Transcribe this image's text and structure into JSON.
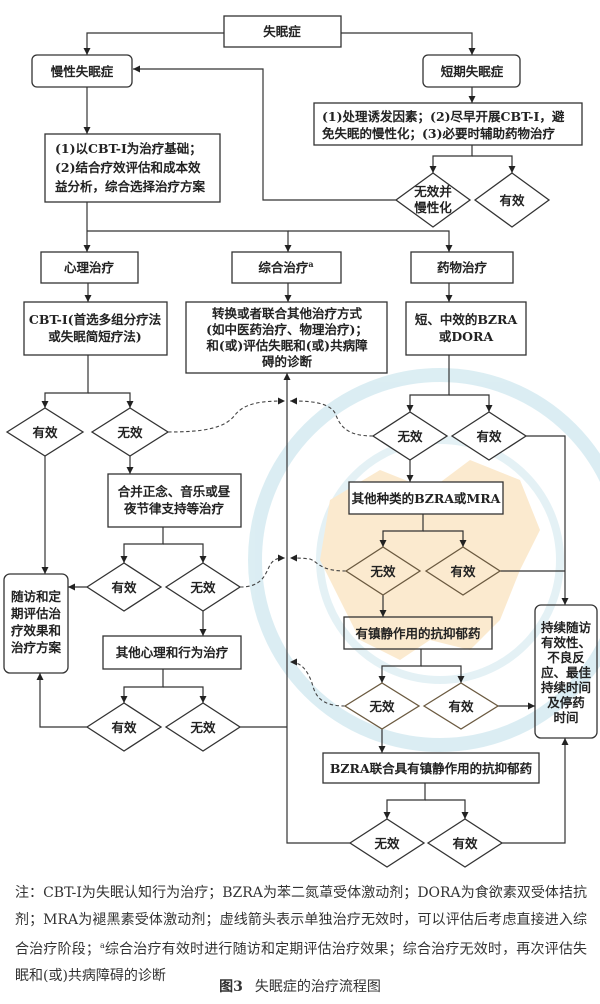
{
  "flowchart": {
    "root": "失眠症",
    "chronic": "慢性失眠症",
    "short_term": "短期失眠症",
    "short_plan": [
      "(1)处理诱发因素；(2)尽早开展CBT-I，避",
      "免失眠的慢性化；(3)必要时辅助药物治疗"
    ],
    "short_ineffective": [
      "无效并",
      "慢性化"
    ],
    "chronic_plan": [
      "(1)以CBT-I为治疗基础；",
      "(2)结合疗效评估和成本效",
      "益分析，综合选择治疗方案"
    ],
    "branches": {
      "psych": "心理治疗",
      "combined": "综合治疗",
      "combined_sup": "a",
      "drug": "药物治疗"
    },
    "psych_first": [
      "CBT-I(首选多组分疗法",
      "或失眠简短疗法)"
    ],
    "combined_detail": [
      "转换或者联合其他治疗方式",
      "(如中医药治疗、物理治疗)；",
      "和(或)评估失眠和(或)共病障",
      "碍的诊断"
    ],
    "drug_first": [
      "短、中效的BZRA",
      "或DORA"
    ],
    "psych_second": [
      "合并正念、音乐或昼",
      "夜节律支持等治疗"
    ],
    "psych_third": "其他心理和行为治疗",
    "follow_up": [
      "随访和定",
      "期评估治",
      "疗效果和",
      "治疗方案"
    ],
    "drug_second": "其他种类的BZRA或MRA",
    "drug_third": "有镇静作用的抗抑郁药",
    "drug_fourth": "BZRA联合具有镇静作用的抗抑郁药",
    "drug_follow_up": [
      "持续随访",
      "有效性、",
      "不良反",
      "应、最佳",
      "持续时间",
      "及停药",
      "时间"
    ],
    "effective": "有效",
    "ineffective": "无效"
  },
  "note": {
    "part1": "注：CBT-I为失眠认知行为治疗；BZRA为苯二氮䓬受体激动剂；DORA为食欲素双受体拮抗剂；MRA为褪黑素受体激动剂；虚线箭头表示单独治疗无效时，可以评估后考虑直接进入综合治疗阶段；",
    "sup": "a",
    "part2": "综合治疗有效时进行随访和定期评估治疗效果；综合治疗无效时，再次评估失眠和(或)共病障碍的诊断"
  },
  "caption": {
    "label": "图3",
    "title": "失眠症的治疗流程图"
  },
  "colors": {
    "line": "#333333",
    "watermark_blue": "#bfe0ea",
    "watermark_orange": "#f8d9a8"
  }
}
